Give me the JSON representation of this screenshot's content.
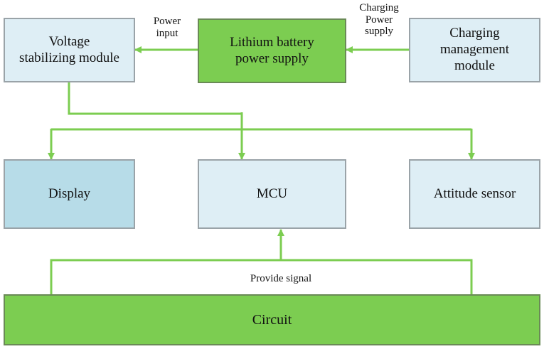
{
  "colors": {
    "line": "#7ccd51",
    "green_fill": "#7ccd51",
    "light_fill": "#deeef5",
    "display_fill": "#b7dce8"
  },
  "boxes": {
    "voltage": {
      "line1": "Voltage",
      "line2": "stabilizing module"
    },
    "battery": {
      "line1": "Lithium battery",
      "line2": "power supply"
    },
    "charging": {
      "line1": "Charging",
      "line2": "management",
      "line3": "module"
    },
    "display": {
      "label": "Display"
    },
    "mcu": {
      "label": "MCU"
    },
    "attitude": {
      "label": "Attitude sensor"
    },
    "circuit": {
      "label": "Circuit"
    }
  },
  "labels": {
    "power_input": {
      "line1": "Power",
      "line2": "input"
    },
    "charging_power": {
      "line1": "Charging",
      "line2": "Power",
      "line3": "supply"
    },
    "provide_signal": "Provide signal"
  }
}
